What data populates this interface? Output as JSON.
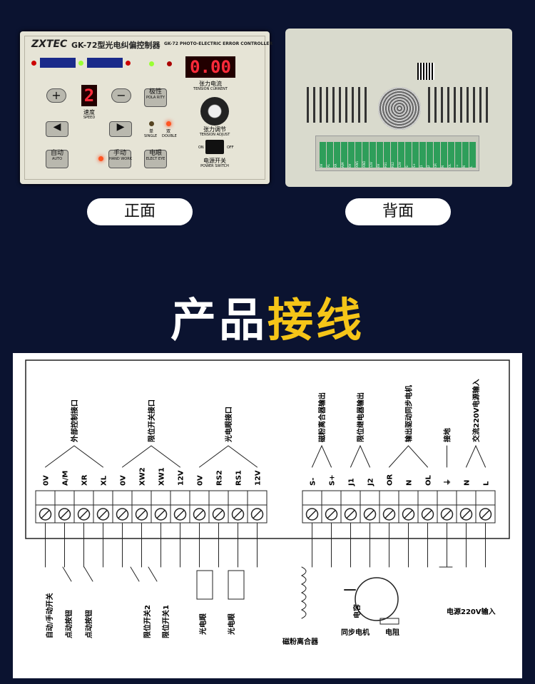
{
  "front_panel": {
    "brand": "ZXTEC",
    "model": "GK-72型光电纠偏控制器",
    "model_en": "GK-72 PHOTO-ELECTRIC ERROR CONTROLLER",
    "tension_display": "0.00",
    "tension_current_cn": "张力电流",
    "tension_current_en": "TENSION CURRENT",
    "speed_display": "2",
    "speed_cn": "速度",
    "speed_en": "SPEED",
    "plus": "+",
    "minus": "−",
    "left": "◀",
    "right": "▶",
    "polarity_cn": "极性",
    "polarity_en": "POLA RITY",
    "single_cn": "单",
    "single_en": "SINGLE",
    "double_cn": "双",
    "double_en": "DOUBLE",
    "eye_cn": "电眼",
    "eye_en": "ELECT EYE",
    "auto_cn": "自动",
    "auto_en": "AUTO",
    "hand_cn": "手动",
    "hand_en": "HAND WORK",
    "tension_adjust_cn": "张力调节",
    "tension_adjust_en": "TENSION ADJUST",
    "power_cn": "电源开关",
    "power_en": "POWER SWITCH",
    "on": "ON",
    "off": "OFF"
  },
  "back_terminals": [
    "0V",
    "XL",
    "XR",
    "A/M",
    "0V",
    "XW1",
    "XW2",
    "12V",
    "0V",
    "RS1",
    "RS2",
    "12V",
    "S-",
    "S+",
    "J1",
    "J2",
    "OR",
    "N",
    "OL",
    "⏚",
    "N",
    "L"
  ],
  "labels": {
    "front": "正面",
    "back": "背面"
  },
  "title": {
    "part1": "产品",
    "part2": "接线"
  },
  "colors": {
    "bg": "#0b1330",
    "accent": "#f5c518"
  },
  "diagram": {
    "groups1": [
      "外部控制接口",
      "限位开关接口",
      "光电眼接口"
    ],
    "terminals1": [
      "0V",
      "A/M",
      "XR",
      "XL",
      "0V",
      "XW2",
      "XW1",
      "12V",
      "0V",
      "RS2",
      "RS1",
      "12V"
    ],
    "groups2": [
      "磁粉离合器输出",
      "限位继电器输出",
      "输出驱动同步电机",
      "接地",
      "交流220V电源输入"
    ],
    "terminals2": [
      "S-",
      "S+",
      "J1",
      "J2",
      "OR",
      "N",
      "OL",
      "⏚",
      "N",
      "L"
    ],
    "components": [
      "自动/手动开关",
      "点动按钮",
      "点动按钮",
      "限位开关2",
      "限位开关1",
      "光电眼",
      "光电眼",
      "磁粉离合器",
      "同步电机",
      "电阻",
      "电容",
      "电源220V输入"
    ]
  }
}
